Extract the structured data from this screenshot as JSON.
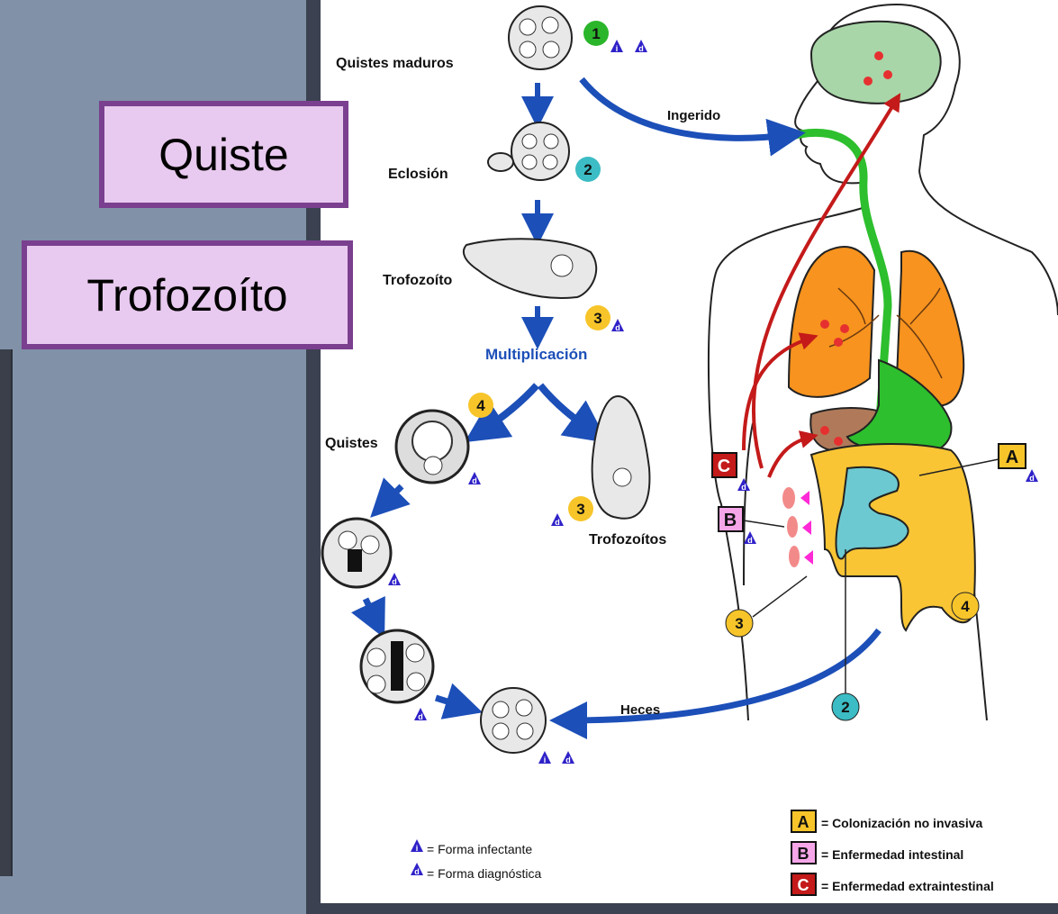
{
  "labels": {
    "quiste": "Quiste",
    "trofozoito": "Trofozoíto"
  },
  "diagram": {
    "stages": {
      "mature_cysts": "Quistes maduros",
      "hatching": "Eclosión",
      "trophozoite": "Trofozoíto",
      "multiplication": "Multiplicación",
      "cysts": "Quistes",
      "trophozoites": "Trofozoítos",
      "ingested": "Ingerido",
      "feces": "Heces"
    },
    "markers": {
      "n1": "1",
      "n2": "2",
      "n3": "3",
      "n4": "4",
      "i": "i",
      "d": "d",
      "A": "A",
      "B": "B",
      "C": "C"
    },
    "legend": {
      "infective": "= Forma infectante",
      "diagnostic": "= Forma diagnóstica",
      "A": "= Colonización no invasiva",
      "B": "= Enfermedad intestinal",
      "C": "= Enfermedad extraintestinal"
    },
    "colors": {
      "blue_arrow": "#1c4fb8",
      "red_arrow": "#c41a1a",
      "brain": "#a8d6a8",
      "lungs": "#f7931e",
      "liver": "#b07a5a",
      "stomach": "#2dbf2d",
      "colon": "#f9c534",
      "small_intestine": "#6cc9d2",
      "marker_green": "#2bb52b",
      "marker_teal": "#3cbcc4",
      "marker_yellow": "#f7c52a",
      "triangle_blue": "#2f22c8"
    }
  }
}
